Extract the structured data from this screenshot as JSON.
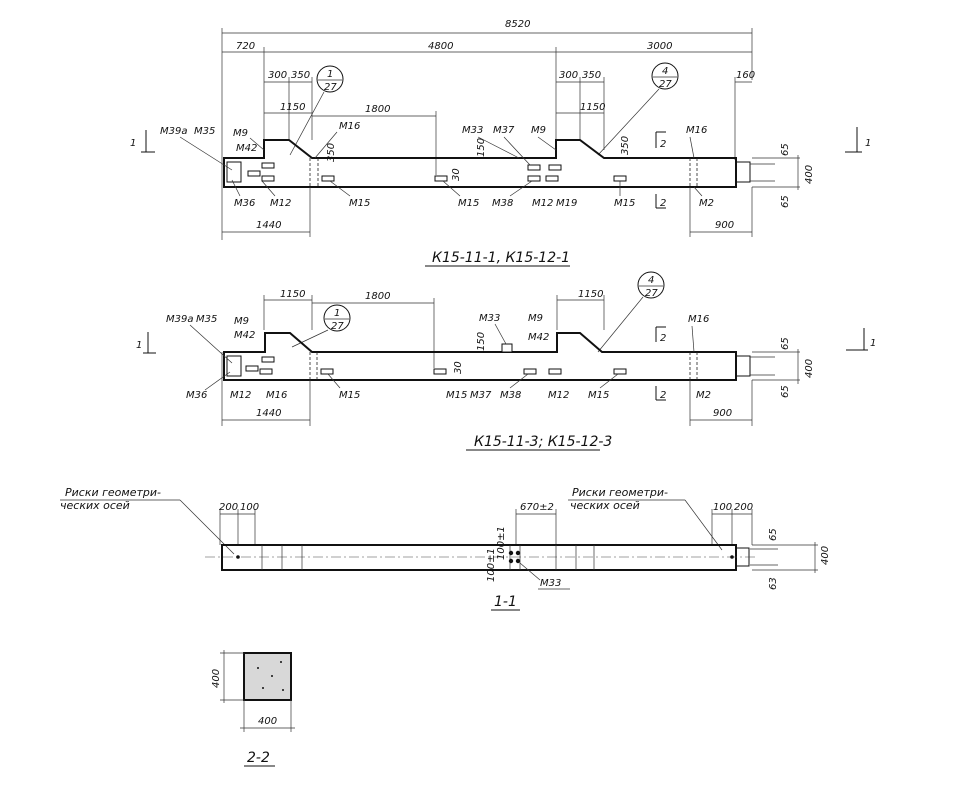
{
  "view_a": {
    "dims_top": [
      "8520",
      "720",
      "4800",
      "3000"
    ],
    "dims_second": [
      "300",
      "350",
      "1150",
      "1800",
      "300",
      "350",
      "1150",
      "160"
    ],
    "heights": [
      "350",
      "150",
      "30",
      "350"
    ],
    "side_dims": [
      "65",
      "400",
      "65"
    ],
    "bottom_dims": [
      "1440",
      "900"
    ],
    "callout_left": {
      "num": "1",
      "sheet": "27"
    },
    "callout_right": {
      "num": "4",
      "sheet": "27"
    },
    "section_marks": [
      "1",
      "1",
      "2",
      "2"
    ],
    "labels_top": [
      "М39а",
      "М35",
      "М9",
      "М42",
      "М16",
      "М33",
      "М37",
      "М9",
      "М16"
    ],
    "labels_bottom": [
      "М36",
      "М12",
      "М15",
      "М15",
      "М38",
      "М12",
      "М19",
      "М15",
      "М2"
    ],
    "title": "К15-11-1, К15-12-1"
  },
  "view_b": {
    "dims_top": [
      "1150",
      "1800",
      "1150"
    ],
    "heights": [
      "150",
      "30"
    ],
    "side_dims": [
      "65",
      "400",
      "65"
    ],
    "bottom_dims": [
      "1440",
      "900"
    ],
    "callout_left": {
      "num": "1",
      "sheet": "27"
    },
    "callout_right": {
      "num": "4",
      "sheet": "27"
    },
    "section_marks": [
      "1",
      "1",
      "2",
      "2"
    ],
    "labels_top": [
      "М39а",
      "М35",
      "М9",
      "М42",
      "М33",
      "М9",
      "М42",
      "М16"
    ],
    "labels_bottom": [
      "М36",
      "М12",
      "М16",
      "М15",
      "М15",
      "М37",
      "М38",
      "М12",
      "М15",
      "М2"
    ],
    "title": "К15-11-3; К15-12-3"
  },
  "section_1_1": {
    "note_left": [
      "Риски геометри-",
      "ческих осей"
    ],
    "note_right": [
      "Риски геометри-",
      "ческих осей"
    ],
    "dims_left": [
      "200",
      "100"
    ],
    "dims_right": [
      "100",
      "200"
    ],
    "dim_center": "670±2",
    "dim_v1": "100±1",
    "dim_v2": "100±1",
    "side_dims": [
      "65",
      "400",
      "63"
    ],
    "label": "М33",
    "title": "1-1"
  },
  "section_2_2": {
    "dim_h": "400",
    "dim_w": "400",
    "title": "2-2"
  }
}
